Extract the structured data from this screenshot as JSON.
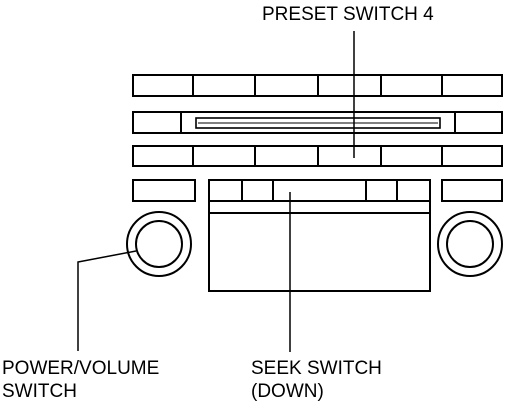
{
  "labels": {
    "preset_switch": "PRESET SWITCH 4",
    "power_volume_line1": "POWER/VOLUME",
    "power_volume_line2": "SWITCH",
    "seek_line1": "SEEK SWITCH",
    "seek_line2": "(DOWN)"
  },
  "colors": {
    "stroke": "#000000",
    "background": "#ffffff"
  }
}
